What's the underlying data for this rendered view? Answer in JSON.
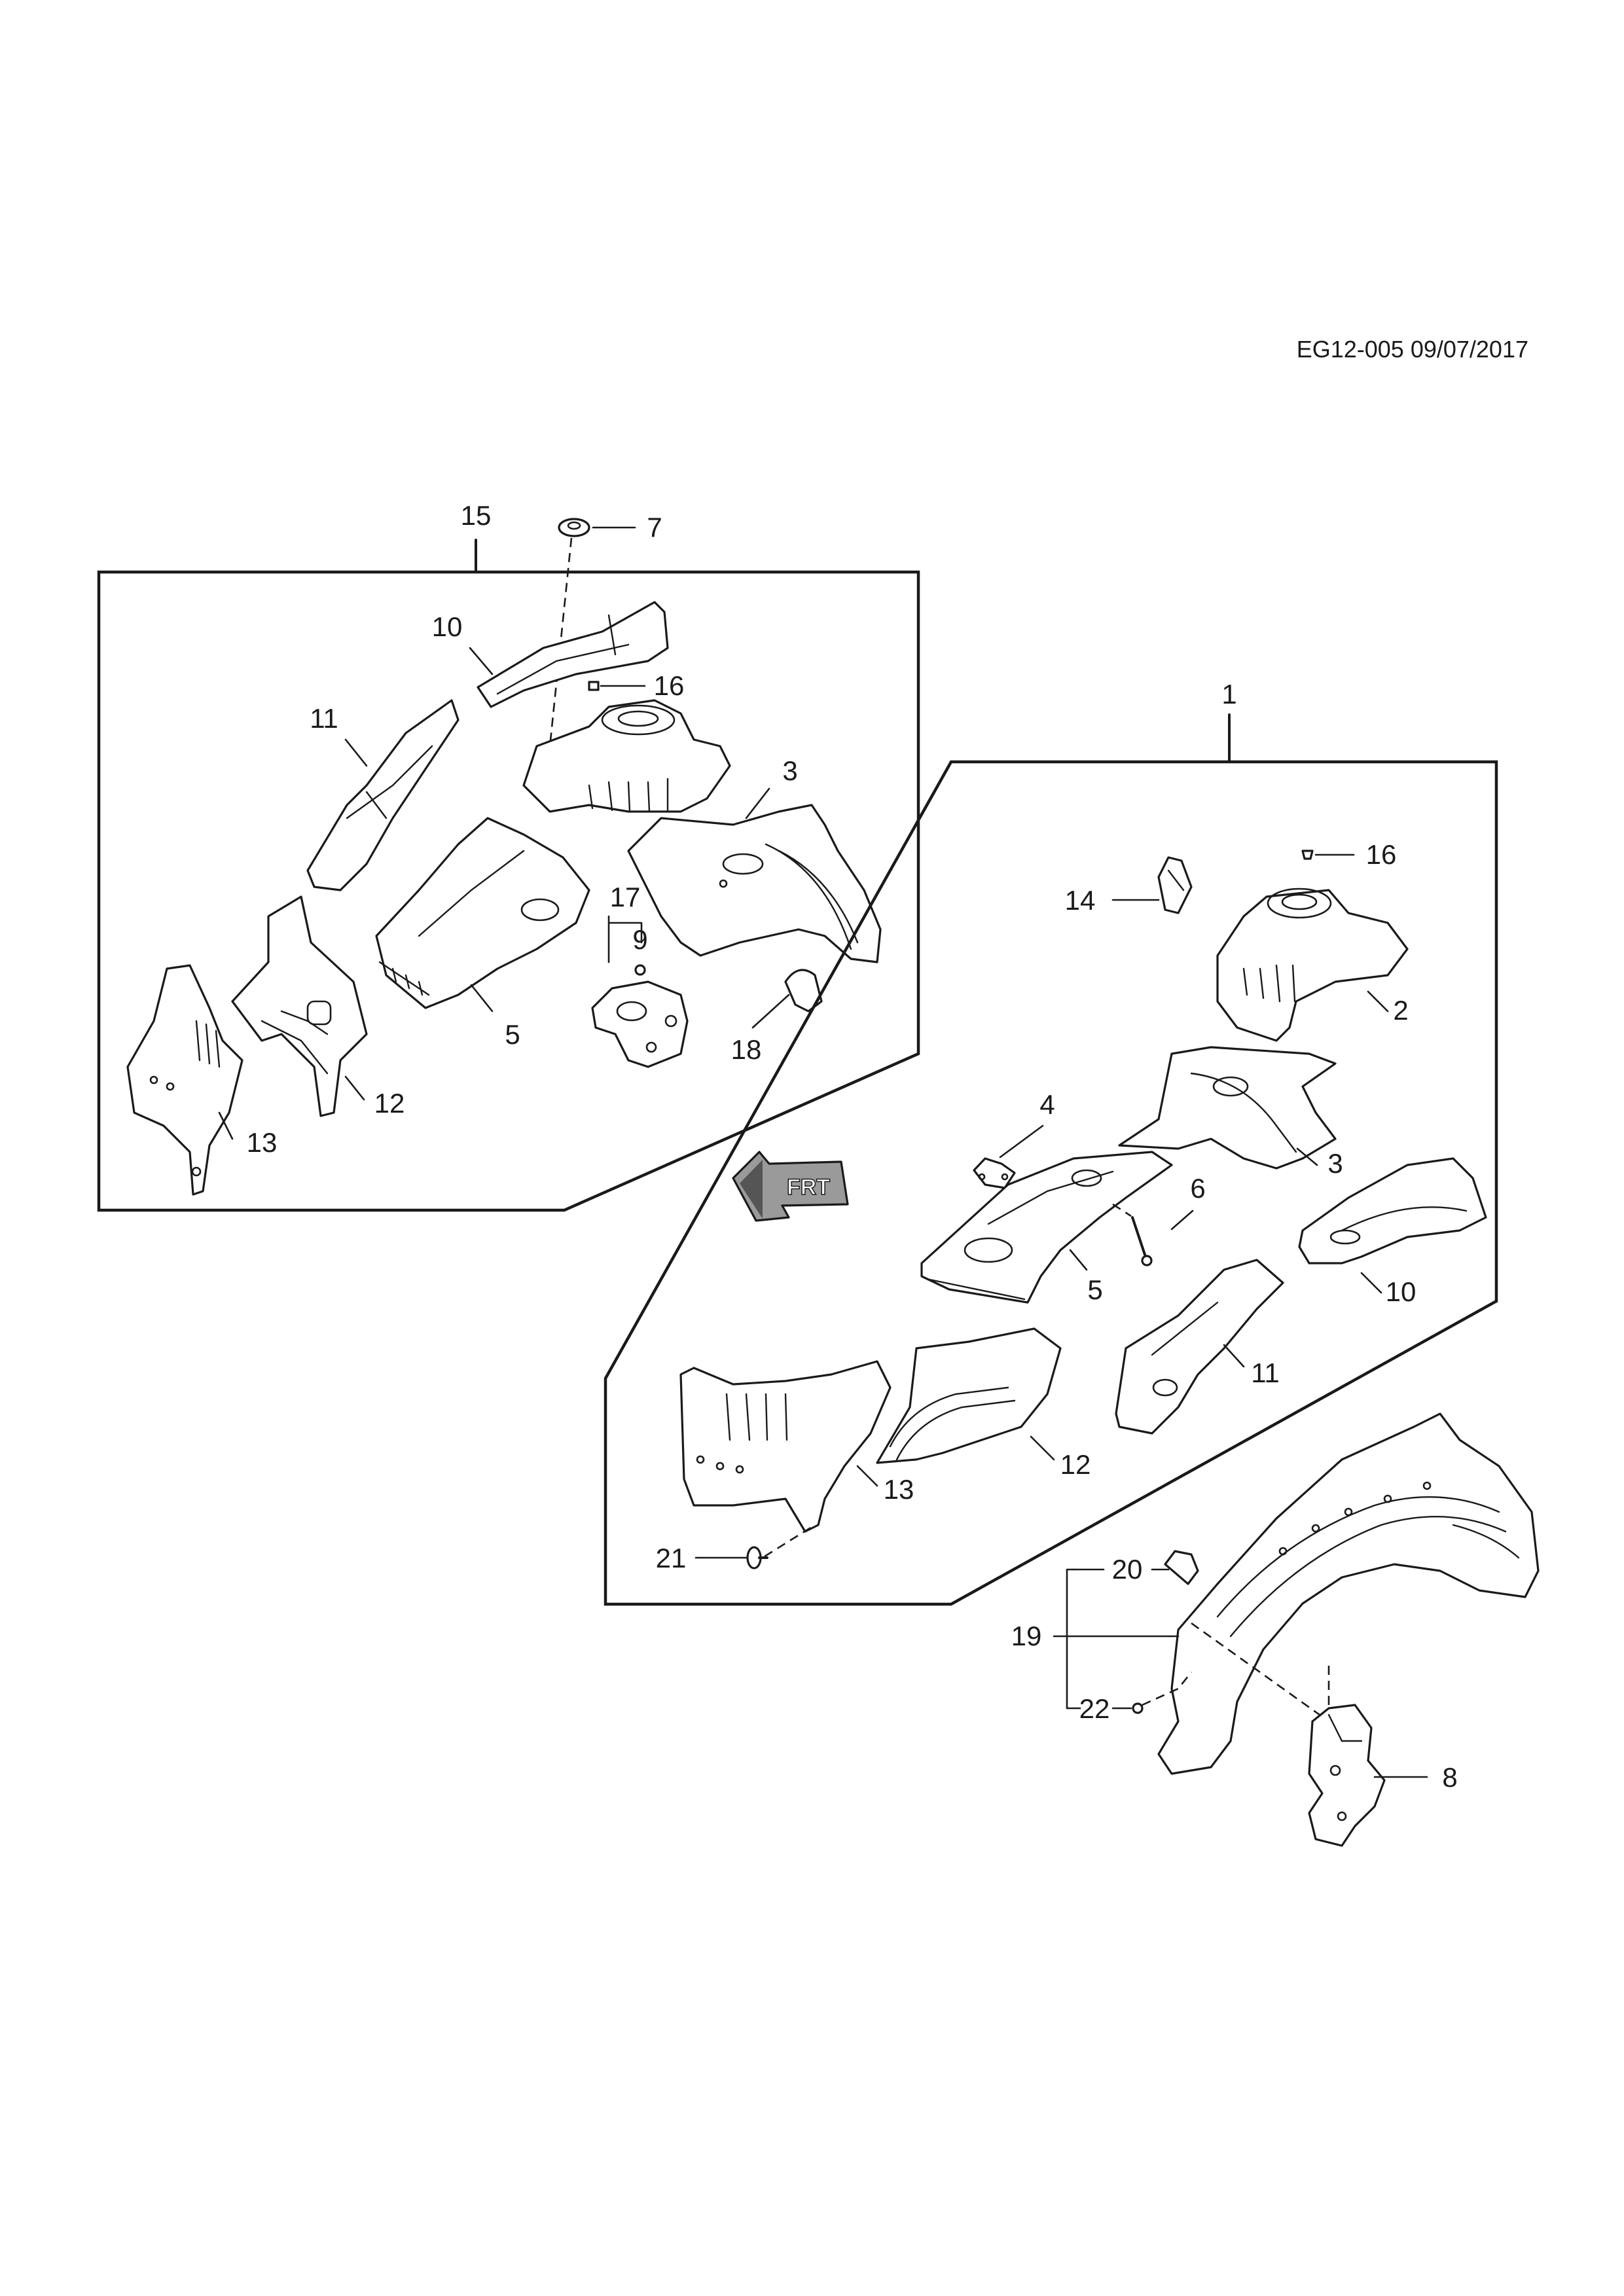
{
  "drawing_ref": "EG12-005 09/07/2017",
  "orientation_arrow": {
    "label": "FRT"
  },
  "callouts": {
    "c1": "1",
    "c2": "2",
    "c3a": "3",
    "c3b": "3",
    "c4": "4",
    "c5a": "5",
    "c5b": "5",
    "c6": "6",
    "c7": "7",
    "c8": "8",
    "c9": "9",
    "c10a": "10",
    "c10b": "10",
    "c11a": "11",
    "c11b": "11",
    "c12a": "12",
    "c12b": "12",
    "c13a": "13",
    "c13b": "13",
    "c14": "14",
    "c15": "15",
    "c16a": "16",
    "c16b": "16",
    "c17": "17",
    "c18": "18",
    "c19": "19",
    "c20": "20",
    "c21": "21",
    "c22": "22"
  }
}
